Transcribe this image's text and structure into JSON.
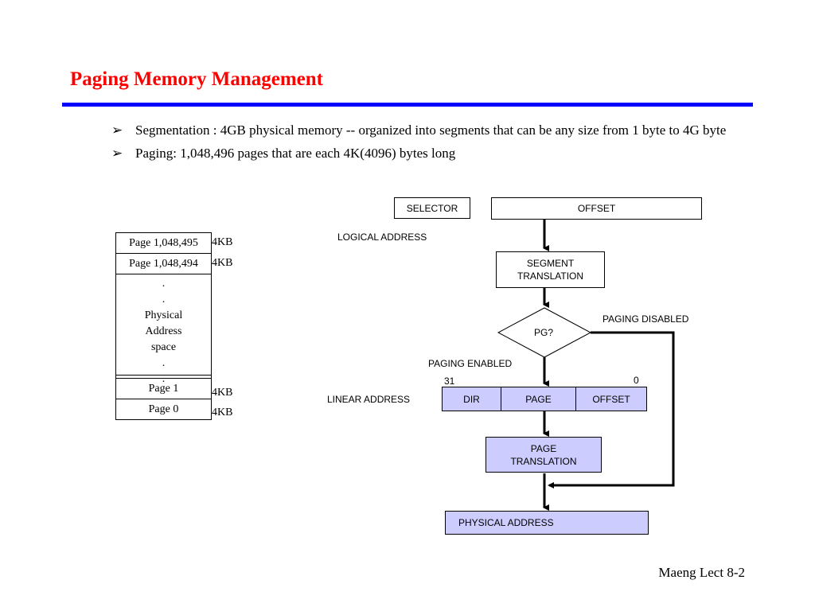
{
  "slide": {
    "title": "Paging Memory Management",
    "footer": "Maeng Lect 8-2"
  },
  "bullets": [
    "Segmentation : 4GB physical memory -- organized into segments that can be any size from 1 byte to 4G byte",
    "Paging: 1,048,496 pages that are each 4K(4096) bytes long"
  ],
  "bullet_marker": "➢",
  "memory": {
    "top_rows": [
      "Page 1,048,495",
      "Page 1,048,494"
    ],
    "middle": [
      ".",
      ".",
      "Physical",
      "Address",
      "space",
      ".",
      "."
    ],
    "bottom_rows": [
      "Page 1",
      "Page 0"
    ],
    "size_label": "4KB"
  },
  "diagram": {
    "selector": "SELECTOR",
    "offset": "OFFSET",
    "logical_address": "LOGICAL ADDRESS",
    "segment_translation": [
      "SEGMENT",
      "TRANSLATION"
    ],
    "pg_decision": "PG?",
    "paging_disabled": "PAGING DISABLED",
    "paging_enabled": "PAGING ENABLED",
    "bit_high": "31",
    "bit_low": "0",
    "linear_address": "LINEAR ADDRESS",
    "linear_fields": [
      "DIR",
      "PAGE",
      "OFFSET"
    ],
    "page_translation": [
      "PAGE",
      "TRANSLATION"
    ],
    "physical_address": "PHYSICAL ADDRESS",
    "colors": {
      "shaded": "#ccccff",
      "title": "#ff0000",
      "rule": "#0000ff"
    }
  }
}
